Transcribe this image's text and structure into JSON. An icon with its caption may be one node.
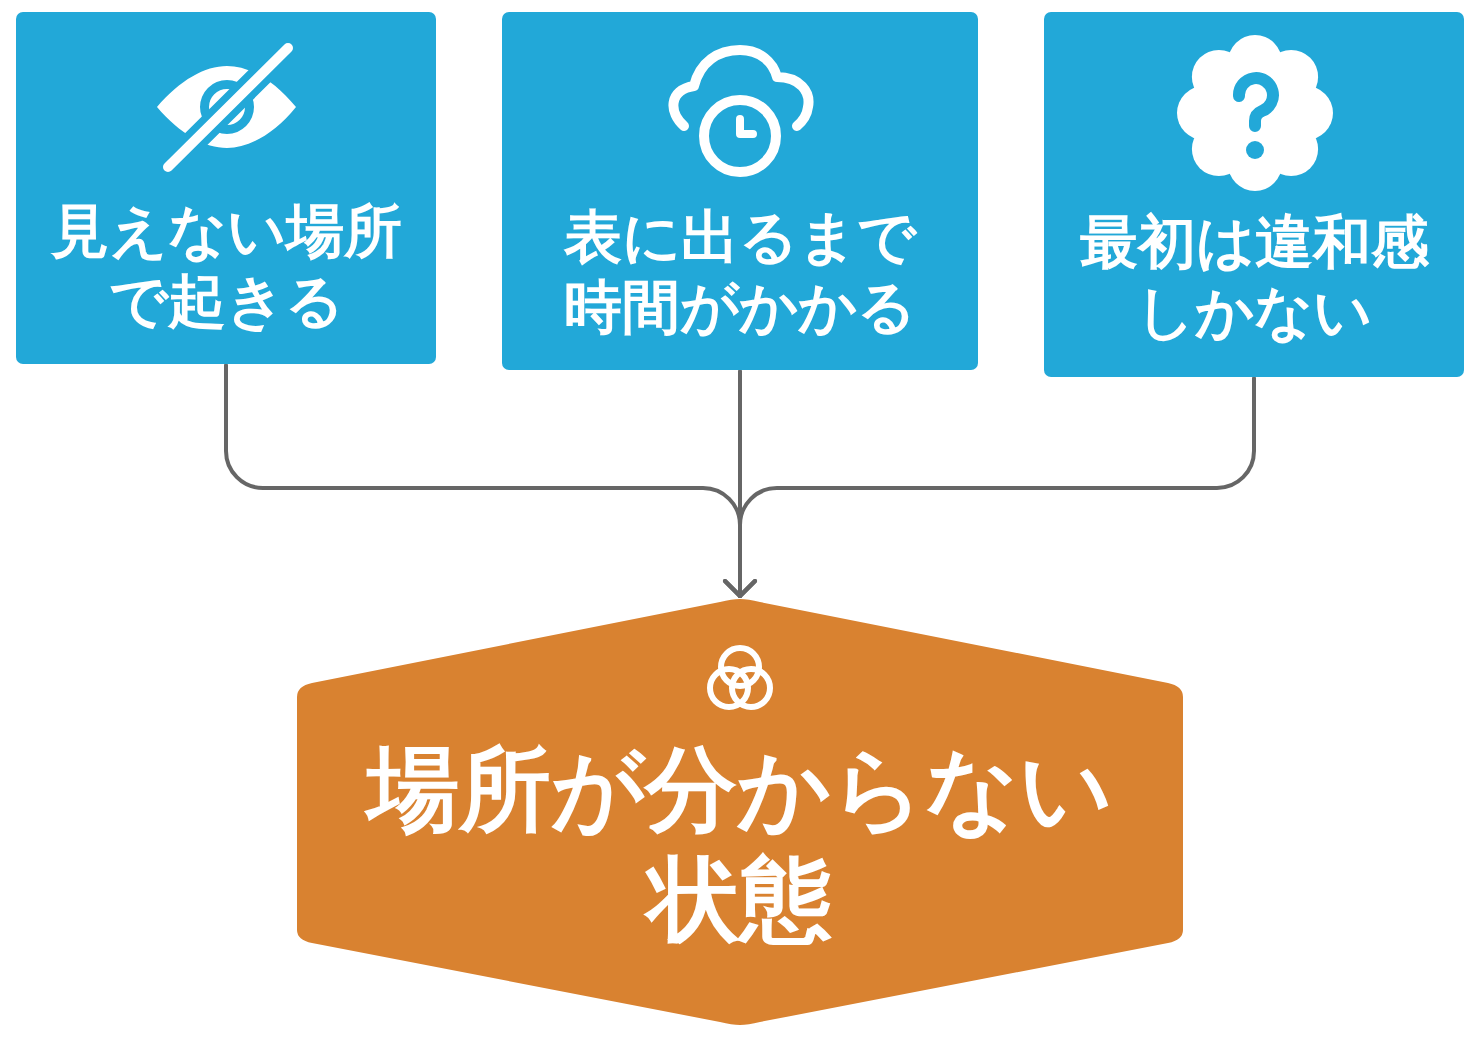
{
  "diagram": {
    "nodes": [
      {
        "text": [
          "見えない場所で起きる"
        ]
      },
      {
        "text": [
          "表に出るまで時間がかかる"
        ]
      },
      {
        "text": [
          "最初は違和感しかない"
        ]
      },
      {
        "text": [
          "場所が分からない状態"
        ]
      }
    ],
    "edges": [
      {
        "from": 0,
        "to": 3,
        "arrow": "to"
      },
      {
        "from": 1,
        "to": 3,
        "arrow": "to"
      },
      {
        "from": 2,
        "to": 3,
        "arrow": "to"
      }
    ]
  }
}
